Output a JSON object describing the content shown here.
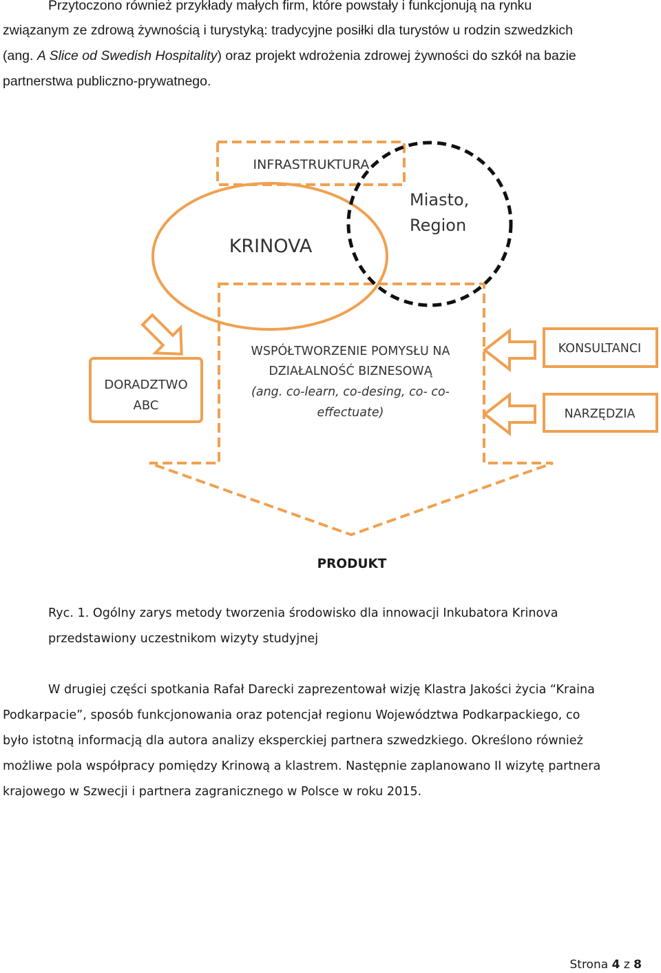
{
  "intro": {
    "line1": "Przytoczono również przykłady małych firm, które powstały i funkcjonują na rynku",
    "line2": "związanym ze zdrową żywnością i turystyką:  tradycyjne posiłki dla turystów u rodzin szwedzkich",
    "line3_pre": "(ang. ",
    "line3_italic": "A Slice od Swedish Hospitality",
    "line3_post": ") oraz projekt wdrożenia zdrowej żywności do szkół na bazie",
    "line4": "partnerstwa publiczno-prywatnego."
  },
  "diagram": {
    "infrastruktura": "INFRASTRUKTURA",
    "krinova": "KRINOVA",
    "miasto_line1": "Miasto,",
    "miasto_line2": "Region",
    "doradztwo_line1": "DORADZTWO",
    "doradztwo_line2": "ABC",
    "center_line1": "WSPÓŁTWORZENIE POMYSŁU NA",
    "center_line2": "DZIAŁALNOŚĆ BIZNESOWĄ",
    "center_line3": "(ang. co-learn, co-desing, co- co-",
    "center_line4": "effectuate)",
    "konsultanci": "KONSULTANCI",
    "narzedzia": "NARZĘDZIA",
    "produkt": "PRODUKT",
    "colors": {
      "orange": "#f0a050",
      "black": "#111111"
    }
  },
  "caption": {
    "line1": "Ryc. 1. Ogólny zarys metody tworzenia środowisko dla innowacji Inkubatora Krinova",
    "line2": "przedstawiony uczestnikom wizyty studyjnej"
  },
  "body": {
    "line1": "W drugiej części spotkania Rafał Darecki zaprezentował wizję Klastra Jakości życia “Kraina",
    "line2": "Podkarpacie”, sposób funkcjonowania oraz potencjał regionu Województwa Podkarpackiego, co",
    "line3": "było istotną informacją dla autora analizy eksperckiej partnera szwedzkiego. Określono również",
    "line4": "możliwe pola współpracy pomiędzy Krinową a klastrem. Następnie zaplanowano II wizytę partnera",
    "line5": "krajowego w Szwecji i partnera zagranicznego w Polsce w roku 2015."
  },
  "footer": {
    "label": "Strona",
    "page": "4",
    "of": "z",
    "total": "8"
  }
}
